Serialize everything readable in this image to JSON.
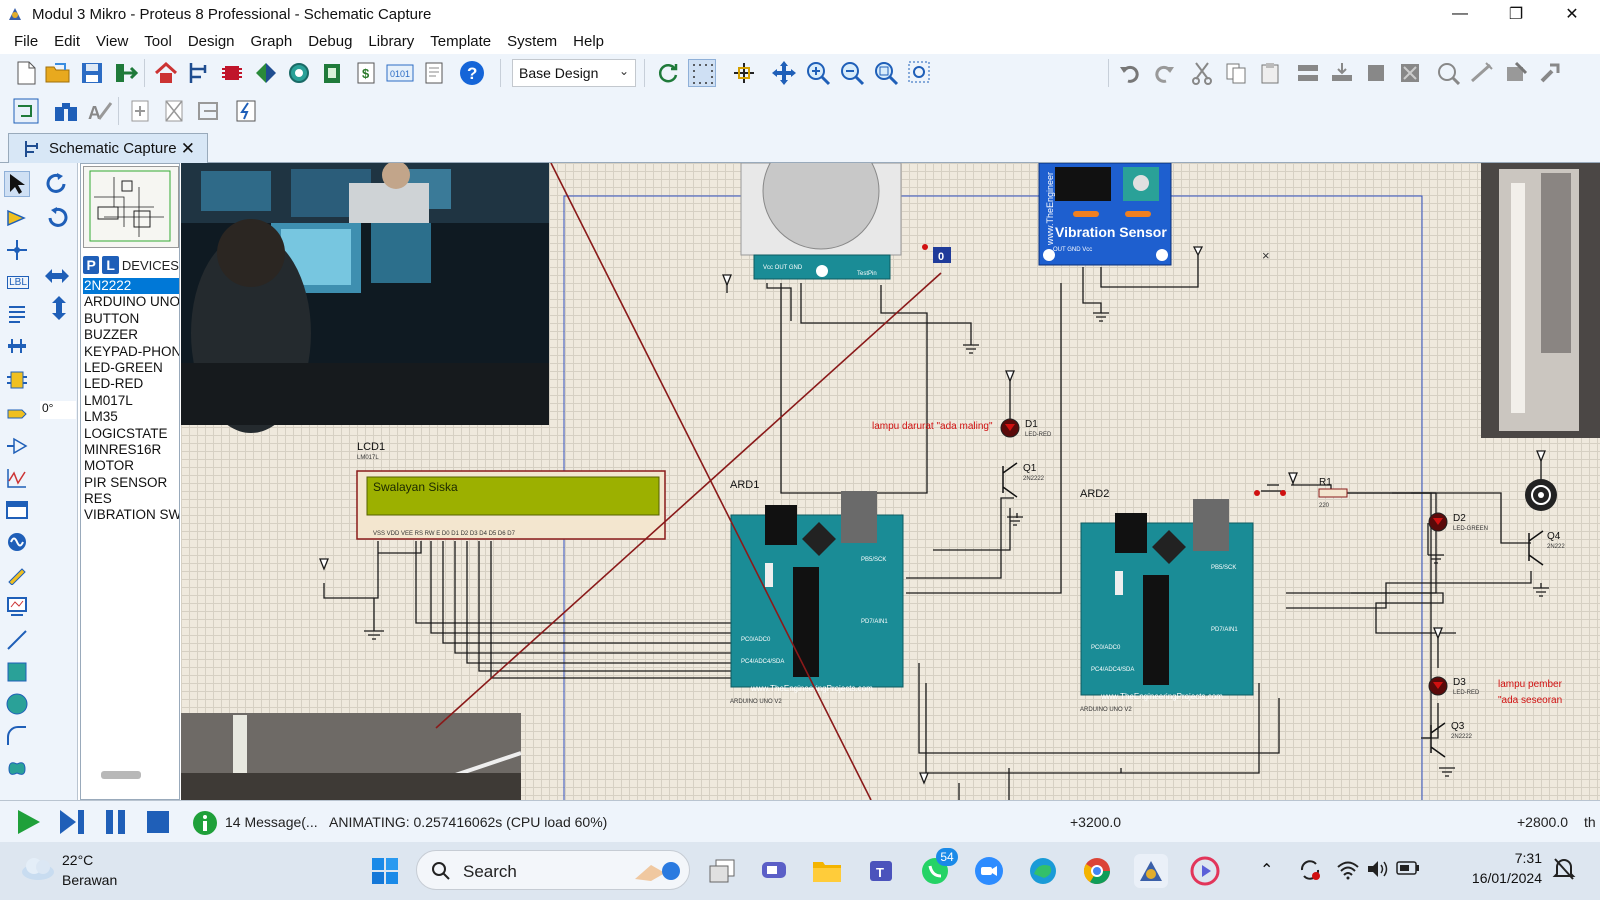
{
  "window": {
    "title": "Modul 3 Mikro - Proteus 8 Professional - Schematic Capture",
    "minimize": "—",
    "maximize": "❐",
    "close": "✕"
  },
  "menu": [
    "File",
    "Edit",
    "View",
    "Tool",
    "Design",
    "Graph",
    "Debug",
    "Library",
    "Template",
    "System",
    "Help"
  ],
  "toolbar": {
    "layer_select": "Base Design",
    "help_glyph": "?"
  },
  "tab": {
    "label": "Schematic Capture",
    "close": "✕"
  },
  "left_tools": {
    "angle": "0°",
    "label_tool": "LBL"
  },
  "device_panel": {
    "p_label": "P",
    "l_label": "L",
    "header": "DEVICES",
    "items": [
      "2N2222",
      "ARDUINO UNO",
      "BUTTON",
      "BUZZER",
      "KEYPAD-PHONE",
      "LED-GREEN",
      "LED-RED",
      "LM017L",
      "LM35",
      "LOGICSTATE",
      "MINRES16R",
      "MOTOR",
      "PIR SENSOR",
      "RES",
      "VIBRATION SW"
    ],
    "selected_index": 0
  },
  "schematic": {
    "lcd_ref": "LCD1",
    "lcd_part": "LM017L",
    "lcd_text": "Swalayan Siska",
    "ard1_ref": "ARD1",
    "ard2_ref": "ARD2",
    "arduino_part": "ARDUINO UNO V2",
    "arduino_url": "www.TheEngineeringProjects.com",
    "vibration_title": "Vibration Sensor",
    "vibration_url": "www.TheEngineer",
    "vibration_pins": "OUT GND Vcc",
    "pir_pins": "Vcc OUT GND",
    "pir_testpin": "TestPin",
    "logic_value": "0",
    "d1_ref": "D1",
    "d1_part": "LED-RED",
    "d1_note": "lampu darurat \"ada maling\"",
    "q1_ref": "Q1",
    "q1_part": "2N2222",
    "d2_ref": "D2",
    "d2_part": "LED-GREEN",
    "d3_ref": "D3",
    "d3_part": "LED-RED",
    "d3_note_1": "lampu pember",
    "d3_note_2": "\"ada seseoran",
    "q3_ref": "Q3",
    "q3_part": "2N2222",
    "q4_ref": "Q4",
    "q4_part": "2N222",
    "r1_ref": "R1",
    "r1_value": "220",
    "lcd_pins": "VSS VDD VEE RS RW E D0 D1 D2 D3 D4 D5 D6 D7"
  },
  "status": {
    "messages": "14 Message(...",
    "animating": "ANIMATING: 0.257416062s (CPU load 60%)",
    "coord_x": "+3200.0",
    "coord_y": "+2800.0",
    "unit": "th"
  },
  "taskbar": {
    "weather_temp": "22°C",
    "weather_desc": "Berawan",
    "search": "Search",
    "whatsapp_badge": "54",
    "time": "7:31",
    "date": "16/01/2024"
  },
  "colors": {
    "accent": "#0078d7",
    "canvas_bg": "#efe9dd",
    "wire": "#1a1a1a",
    "arduino_teal": "#1a8c96",
    "lcd_green": "#9cb000",
    "annotation_red": "#d01010"
  }
}
